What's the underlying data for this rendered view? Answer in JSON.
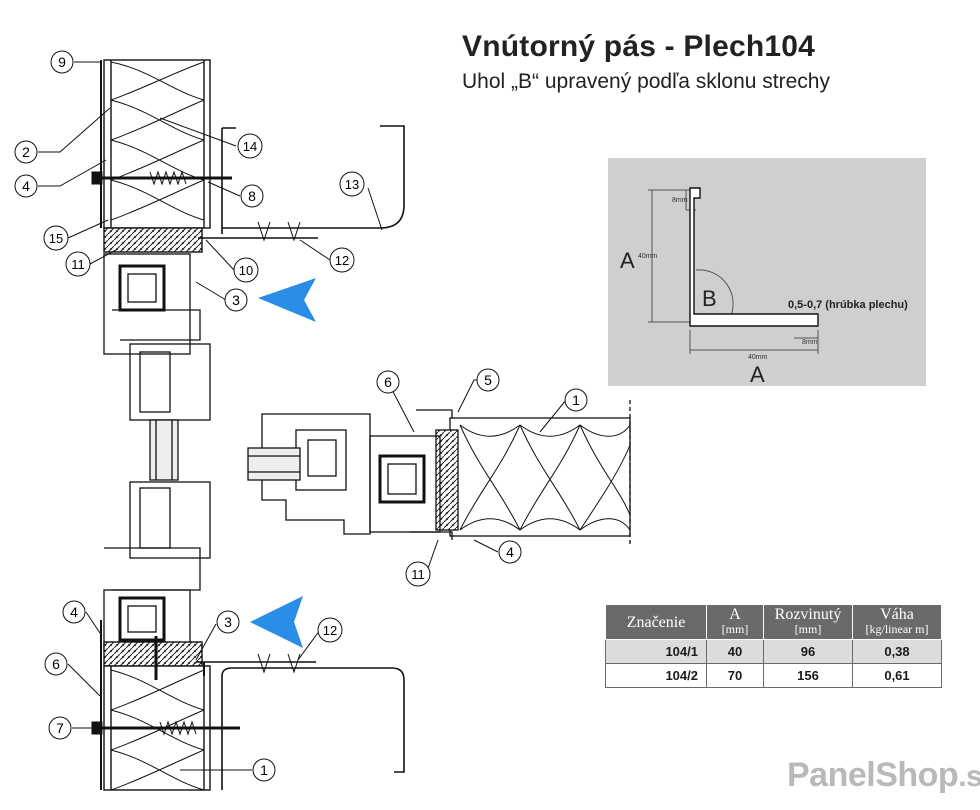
{
  "header": {
    "title": "Vnútorný pás - Plech104",
    "subtitle": "Uhol „B“ upravený podľa sklonu strechy"
  },
  "callouts": {
    "c1": "1",
    "c2": "2",
    "c3": "3",
    "c4": "4",
    "c5": "5",
    "c6": "6",
    "c7": "7",
    "c8": "8",
    "c9": "9",
    "c10": "10",
    "c11": "11",
    "c12": "12",
    "c13": "13",
    "c14": "14",
    "c15": "15"
  },
  "profile_detail": {
    "dim_8mm_top": "8mm",
    "dim_40mm_vertical": "40mm",
    "dim_40mm_horizontal": "40mm",
    "dim_8mm_bottom": "8mm",
    "label_A_left": "A",
    "label_A_bottom": "A",
    "label_B": "B",
    "thickness": "0,5-0,7 (hrúbka plechu)"
  },
  "table": {
    "headers": [
      {
        "main": "Značenie",
        "unit": ""
      },
      {
        "main": "A",
        "unit": "[mm]"
      },
      {
        "main": "Rozvinutý",
        "unit": "[mm]"
      },
      {
        "main": "Váha",
        "unit": "[kg/linear m]"
      }
    ],
    "rows": [
      [
        "104/1",
        "40",
        "96",
        "0,38"
      ],
      [
        "104/2",
        "70",
        "156",
        "0,61"
      ]
    ]
  },
  "brand": {
    "text": "PanelShop",
    "suffix": ".sk"
  },
  "colors": {
    "arrow": "#2a8de6",
    "panel_bg": "#cfcfcf",
    "table_header": "#6a6a6a",
    "brand": "#b9b9b9"
  }
}
